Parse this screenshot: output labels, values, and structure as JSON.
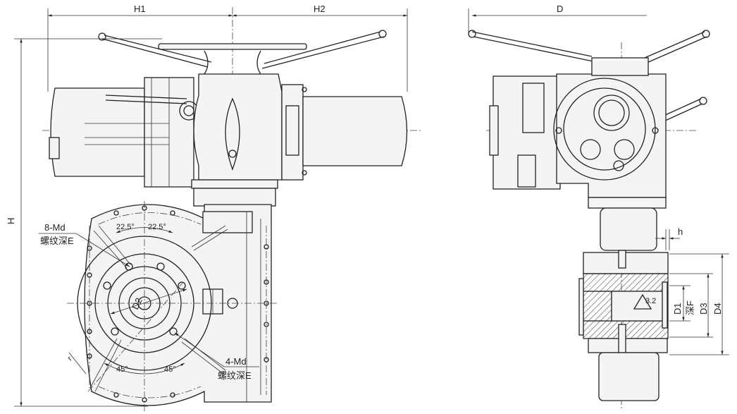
{
  "front_view": {
    "dim_h1": "H1",
    "dim_h2": "H2",
    "dim_h": "H",
    "callout_top_bolts": "8-Md",
    "callout_top_depth": "螺纹深E",
    "angle_left_top": "22.5°",
    "angle_right_top": "22.5°",
    "dim_d2": "D2",
    "angle_left_bottom": "45°",
    "angle_right_bottom": "45°",
    "callout_bottom_bolts": "4-Md",
    "callout_bottom_depth": "螺纹深E",
    "dim_r": "r"
  },
  "side_view": {
    "dim_d": "D",
    "dim_h_small": "h",
    "roughness": "3.2",
    "dim_d1": "D1",
    "dim_depth_f": "深F",
    "dim_d3": "D3",
    "dim_d4": "D4"
  }
}
